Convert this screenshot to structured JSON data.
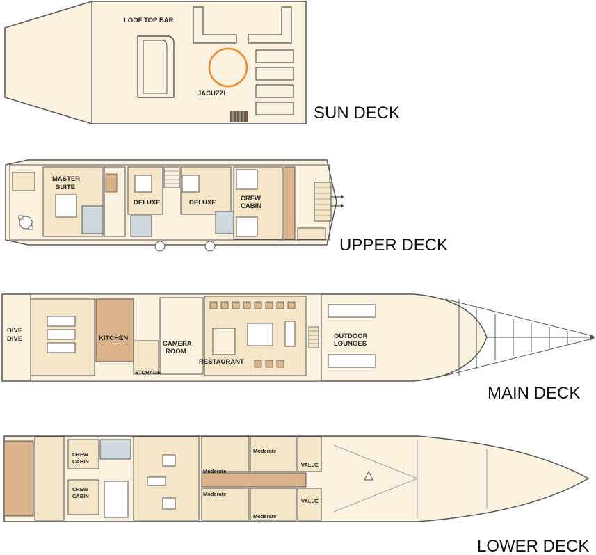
{
  "colors": {
    "hull": "#fbf1df",
    "interior": "#f6e6c8",
    "wood": "#d9b48a",
    "outline": "#4a4a4a",
    "bath": "#cfd8dc",
    "accent_orange": "#e8892a"
  },
  "decks": {
    "sun": {
      "title": "SUN DECK",
      "labels": {
        "bar": "LOOF TOP BAR",
        "jacuzzi": "JACUZZI"
      }
    },
    "upper": {
      "title": "UPPER DECK",
      "labels": {
        "master_1": "MASTER",
        "master_2": "SUITE",
        "deluxe_a": "DELUXE",
        "deluxe_b": "DELUXE",
        "crew_1": "CREW",
        "crew_2": "CABIN"
      }
    },
    "main": {
      "title": "MAIN DECK",
      "labels": {
        "dive_1": "DIVE",
        "dive_2": "DIVE",
        "kitchen": "KITCHEN",
        "storage": "STORAGE",
        "camera_1": "CAMERA",
        "camera_2": "ROOM",
        "restaurant": "RESTAURANT",
        "lounges_1": "OUTDOOR",
        "lounges_2": "LOUNGES"
      }
    },
    "lower": {
      "title": "LOWER DECK",
      "labels": {
        "crew_a1": "CREW",
        "crew_a2": "CABIN",
        "crew_b1": "CREW",
        "crew_b2": "CABIN",
        "moderate_1": "Moderate",
        "moderate_2": "Moderate",
        "moderate_3": "Moderate",
        "moderate_4": "Moderate",
        "value_1": "VALUE",
        "value_2": "VALUE"
      }
    }
  }
}
